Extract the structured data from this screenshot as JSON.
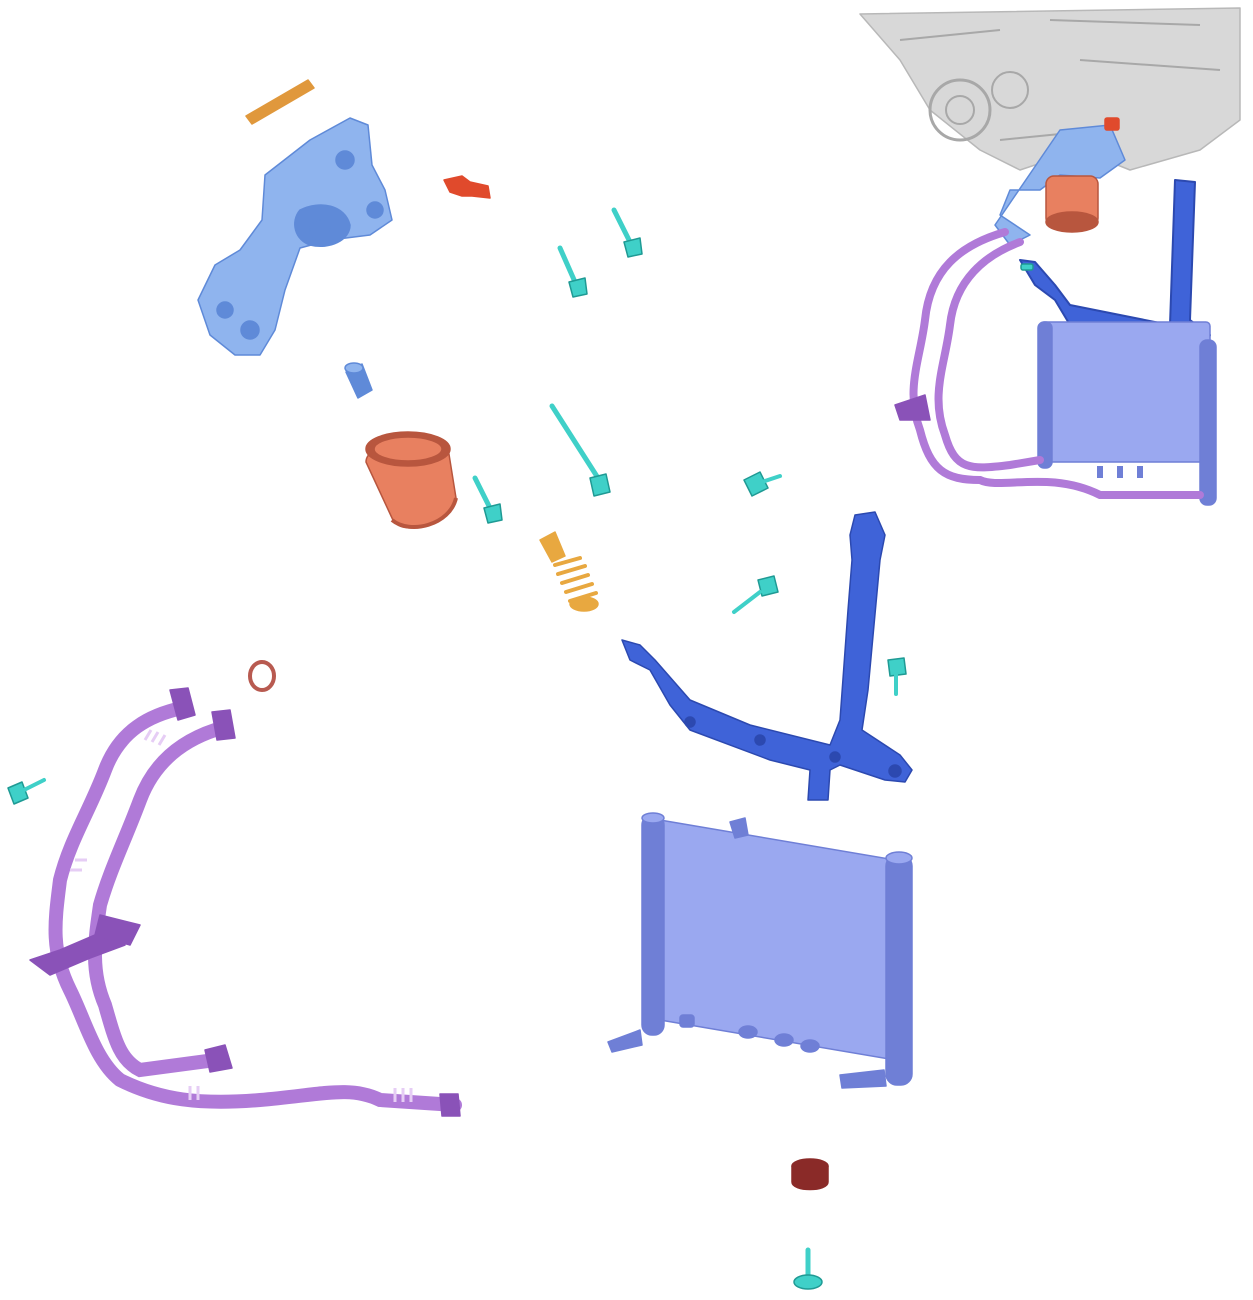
{
  "diagram": {
    "type": "exploded-parts-view",
    "labels": [],
    "colors": {
      "background": "#ffffff",
      "housing": "#8fb4ee",
      "housing_dark": "#5f8ad8",
      "bracket": "#3f63d8",
      "bracket_dark": "#2c49b0",
      "cooler": "#9aa8f0",
      "cooler_dark": "#6f7fd6",
      "hoses": "#b07ad8",
      "hoses_dark": "#8a52b8",
      "filter": "#e88060",
      "filter_dark": "#b8563e",
      "bolts": "#3fd0c8",
      "bolts_dark": "#1f9a94",
      "gasket": "#e0983c",
      "sensor": "#e04a2c",
      "spring": "#e8a840",
      "oring": "#b85a50",
      "grommet": "#8a2a28",
      "engine": "#d8d8d8"
    },
    "parts": [
      {
        "name": "engine-block-inset"
      },
      {
        "name": "oil-filter-adapter-housing"
      },
      {
        "name": "adapter-gasket"
      },
      {
        "name": "pressure-sensor"
      },
      {
        "name": "threaded-connector"
      },
      {
        "name": "oil-filter"
      },
      {
        "name": "bypass-valve-spring"
      },
      {
        "name": "oil-cooler-bracket"
      },
      {
        "name": "oil-cooler"
      },
      {
        "name": "cooler-lines"
      },
      {
        "name": "o-ring-seal"
      },
      {
        "name": "rubber-grommet"
      },
      {
        "name": "mounting-bolts"
      }
    ]
  }
}
